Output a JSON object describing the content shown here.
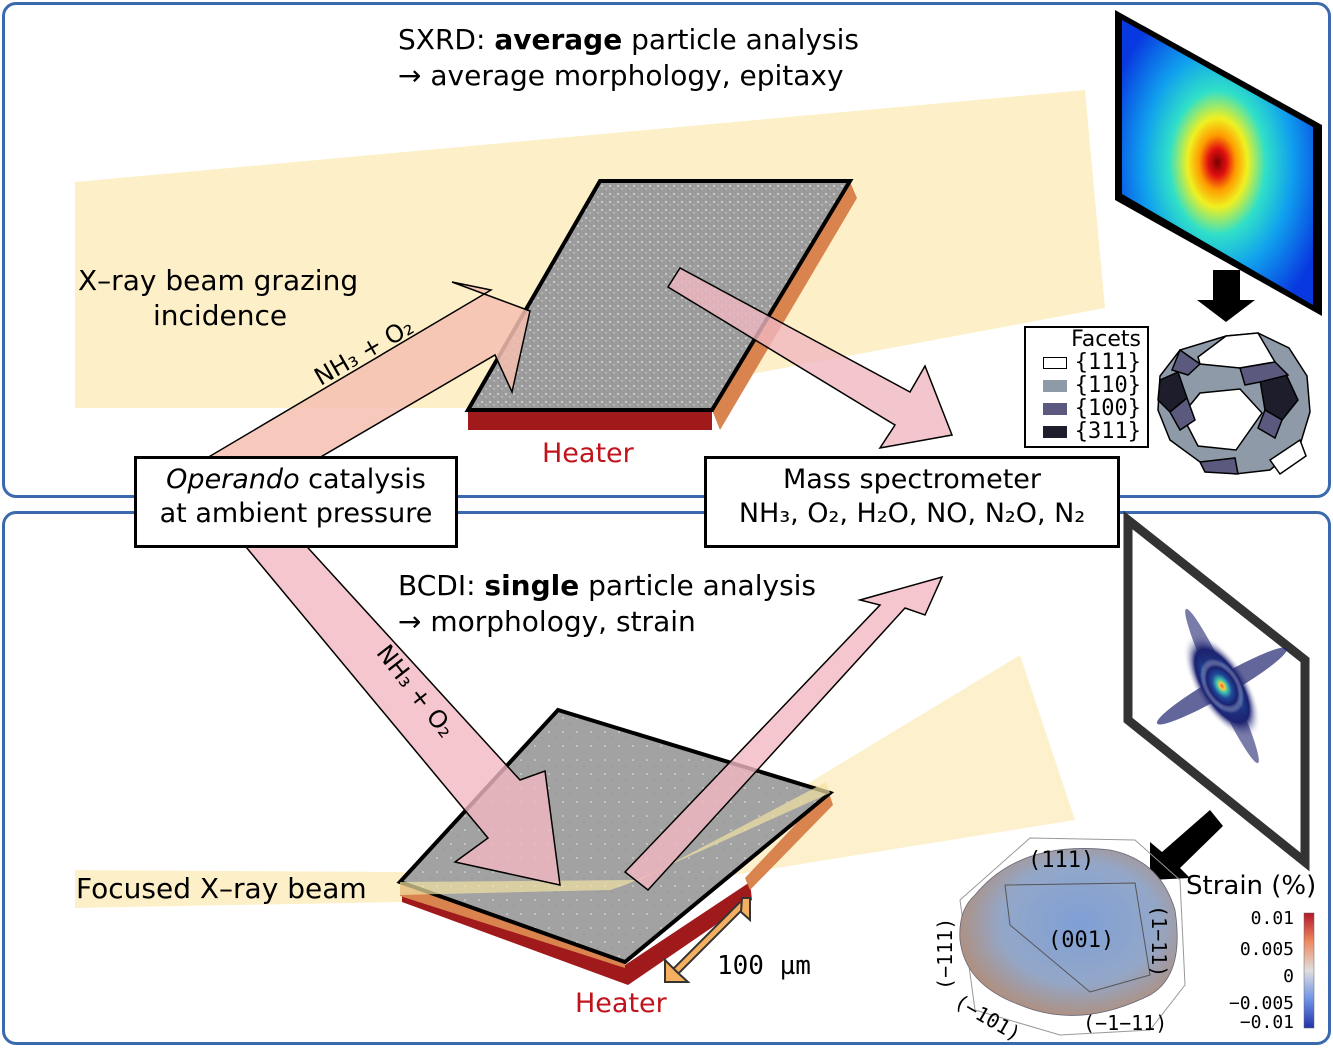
{
  "top_panel": {
    "title_prefix": "SXRD: ",
    "title_bold": "average",
    "title_suffix": " particle analysis",
    "subtitle": "→ average morphology, epitaxy",
    "beam_label_line1": "X–ray beam grazing",
    "beam_label_line2": "incidence",
    "gas_label": "NH₃ + O₂",
    "heater_label": "Heater",
    "facets_legend": {
      "title": "Facets",
      "items": [
        {
          "label": "{111}",
          "color": "#ffffff"
        },
        {
          "label": "{110}",
          "color": "#8e9aa8"
        },
        {
          "label": "{100}",
          "color": "#5b5a7e"
        },
        {
          "label": "{311}",
          "color": "#1e1d2c"
        }
      ]
    }
  },
  "center": {
    "operando_italic": "Operando",
    "operando_rest": " catalysis",
    "operando_line2": "at ambient pressure",
    "mass_spec_line1": "Mass spectrometer",
    "mass_spec_line2": "NH₃, O₂, H₂O, NO, N₂O, N₂"
  },
  "bottom_panel": {
    "title_prefix": "BCDI: ",
    "title_bold": "single",
    "title_suffix": " particle analysis",
    "subtitle": "→ morphology, strain",
    "gas_label": "NH₃ + O₂",
    "beam_label": "Focused X–ray beam",
    "scale_label": "100 µm",
    "heater_label": "Heater",
    "particle_facets": [
      "(111)",
      "(001)",
      "(-111)",
      "(1-11)",
      "(-101)",
      "(-1-11)"
    ],
    "particle_facets_display": [
      "(111)",
      "(001)",
      "(−111)",
      "(1−11)",
      "(−101)",
      "(−1−11)"
    ],
    "strain_colorbar": {
      "title": "Strain (%)",
      "ticks": [
        "0.01",
        "0.005",
        "0",
        "−0.005",
        "−0.01"
      ],
      "range": [
        -0.01,
        0.01
      ],
      "colors": {
        "max": "#b2182b",
        "mid": "#dddddd",
        "min": "#2233aa"
      }
    }
  },
  "colors": {
    "panel_border": "#3a6aad",
    "beam_yellow": "#fdf0c8",
    "gas_arrow": "#f4c6c6",
    "heater_red": "#a01a1c",
    "heater_side": "#d9834f",
    "sample_gray": "#9a9a9a"
  }
}
